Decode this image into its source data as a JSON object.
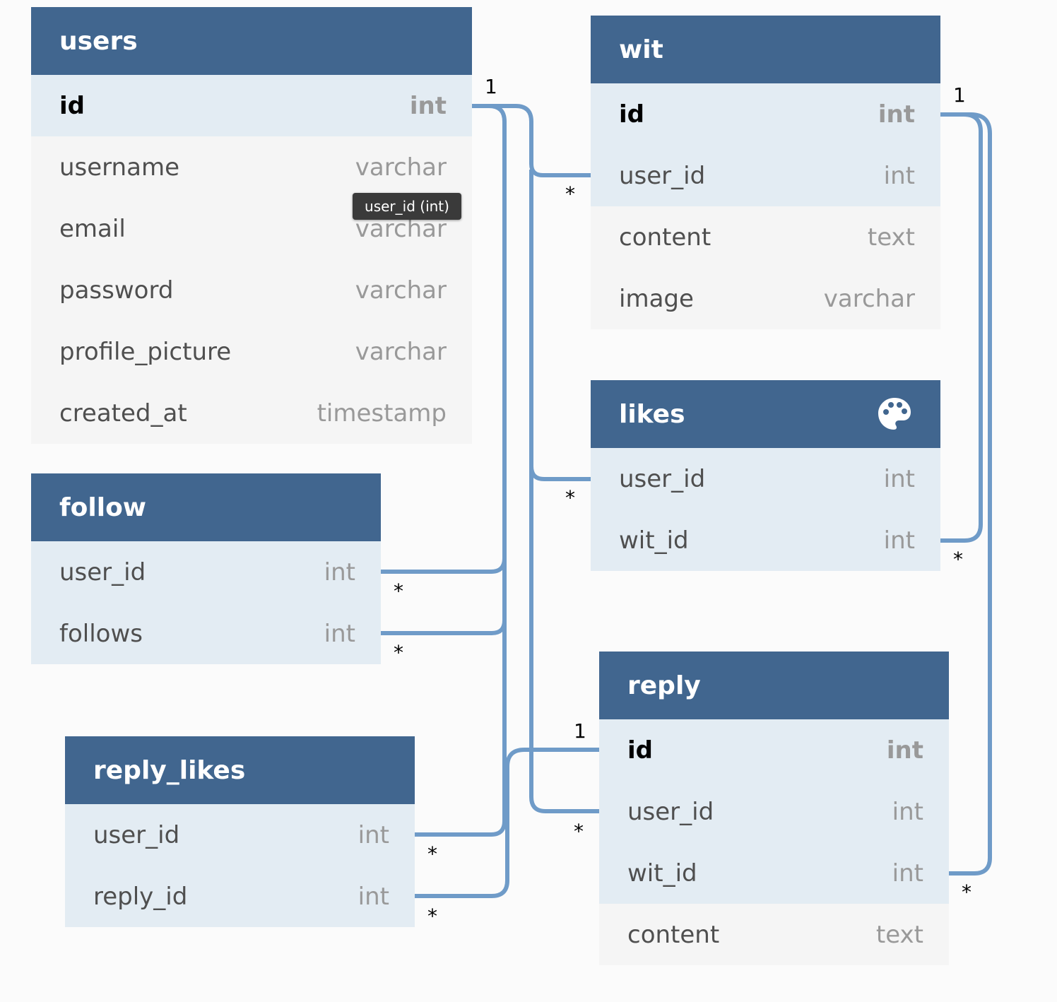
{
  "tables": {
    "users": {
      "name": "users",
      "fields": [
        {
          "name": "id",
          "type": "int"
        },
        {
          "name": "username",
          "type": "varchar"
        },
        {
          "name": "email",
          "type": "varchar"
        },
        {
          "name": "password",
          "type": "varchar"
        },
        {
          "name": "profile_picture",
          "type": "varchar"
        },
        {
          "name": "created_at",
          "type": "timestamp"
        }
      ]
    },
    "wit": {
      "name": "wit",
      "fields": [
        {
          "name": "id",
          "type": "int"
        },
        {
          "name": "user_id",
          "type": "int"
        },
        {
          "name": "content",
          "type": "text"
        },
        {
          "name": "image",
          "type": "varchar"
        }
      ]
    },
    "likes": {
      "name": "likes",
      "icon": "palette-icon",
      "fields": [
        {
          "name": "user_id",
          "type": "int"
        },
        {
          "name": "wit_id",
          "type": "int"
        }
      ]
    },
    "follow": {
      "name": "follow",
      "fields": [
        {
          "name": "user_id",
          "type": "int"
        },
        {
          "name": "follows",
          "type": "int"
        }
      ]
    },
    "reply_likes": {
      "name": "reply_likes",
      "fields": [
        {
          "name": "user_id",
          "type": "int"
        },
        {
          "name": "reply_id",
          "type": "int"
        }
      ]
    },
    "reply": {
      "name": "reply",
      "fields": [
        {
          "name": "id",
          "type": "int"
        },
        {
          "name": "user_id",
          "type": "int"
        },
        {
          "name": "wit_id",
          "type": "int"
        },
        {
          "name": "content",
          "type": "text"
        }
      ]
    }
  },
  "tooltip": "user_id (int)",
  "cardinality": {
    "one": "1",
    "many": "*"
  },
  "colors": {
    "header": "#41668f",
    "connector": "#6f9bc8",
    "key_row": "#e3ecf3",
    "plain_row": "#f5f5f5"
  }
}
